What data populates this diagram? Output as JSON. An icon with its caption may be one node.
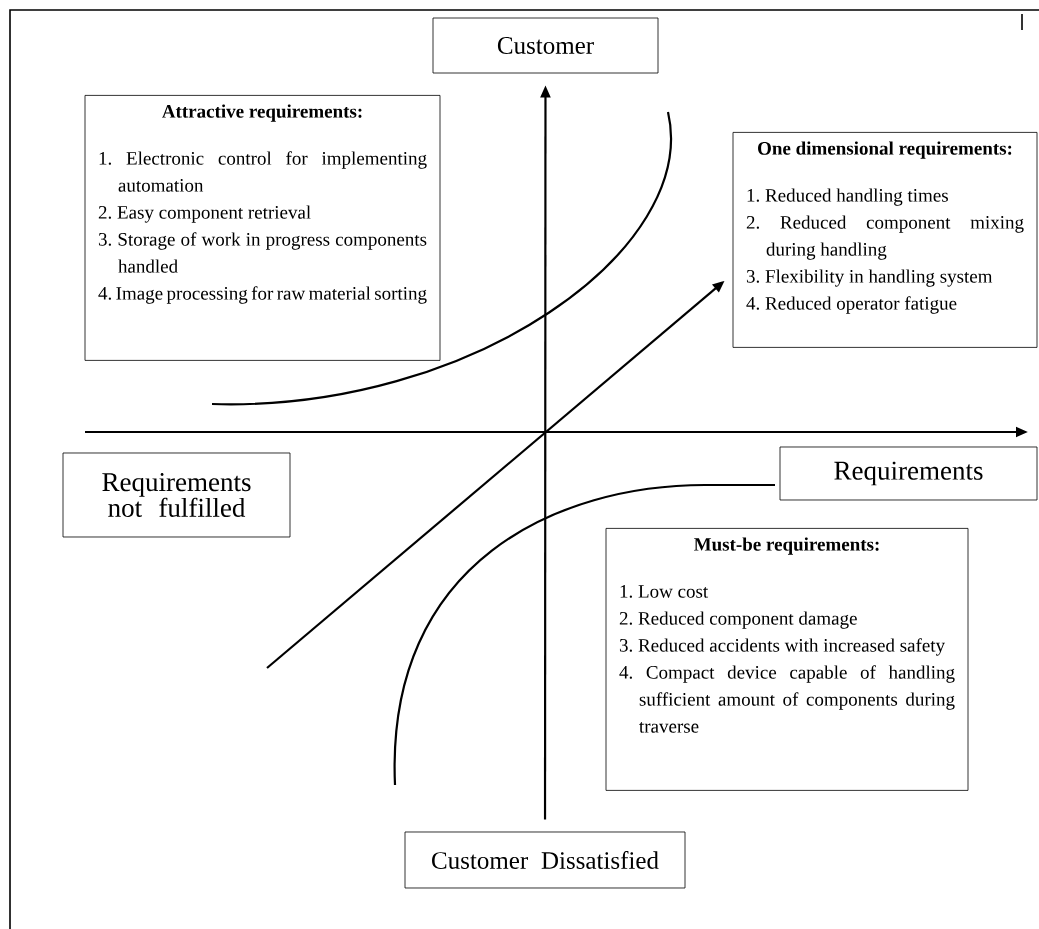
{
  "diagram": {
    "nodes": [
      {
        "text": [
          "Customer"
        ]
      },
      {
        "text": [
          "Attractive requirements:",
          "1. Electronic control for implementing automation",
          "2. Easy component retrieval",
          "3. Storage of work in progress components handled",
          "4. Image processing for raw material sorting"
        ]
      },
      {
        "text": [
          "One dimensional requirements:",
          "1. Reduced handling times",
          "2. Reduced component mixing during handling",
          "3. Flexibility in handling system",
          "4. Reduced operator fatigue"
        ]
      },
      {
        "text": [
          "Requirements not fulfilled"
        ]
      },
      {
        "text": [
          "Requirements"
        ]
      },
      {
        "text": [
          "Must-be requirements:",
          "1. Low cost",
          "2. Reduced component damage",
          "3. Reduced accidents with increased safety",
          "4. Compact device capable of handling sufficient amount of components during traverse"
        ]
      },
      {
        "text": [
          "Customer Dissatisfied"
        ]
      }
    ],
    "edges": [
      {
        "from": 6,
        "to": 0,
        "arrow": "to"
      },
      {
        "from": null,
        "to": 2,
        "arrow": "to"
      }
    ]
  }
}
